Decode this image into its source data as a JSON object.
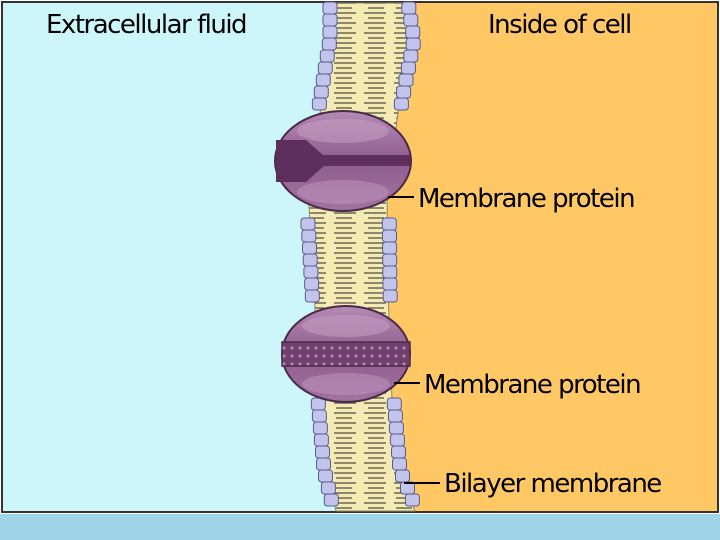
{
  "labels": {
    "extracellular": "Extracellular fluid",
    "inside": "Inside of cell",
    "protein_1": "Membrane protein",
    "protein_2": "Membrane protein",
    "bilayer": "Bilayer membrane"
  },
  "colors": {
    "extracellular_fluid": "#ccf6f9",
    "cytoplasm": "#ffc865",
    "phospholipid_head": "#c2c4ec",
    "lipid_tail_band": "#f4ebb4",
    "protein": "#8f5d8d",
    "footer_strip": "#9fd3e8"
  },
  "icons": [
    "phospholipid-head-icon",
    "lipid-tail-icon",
    "membrane-protein-icon",
    "leader-line-icon"
  ]
}
